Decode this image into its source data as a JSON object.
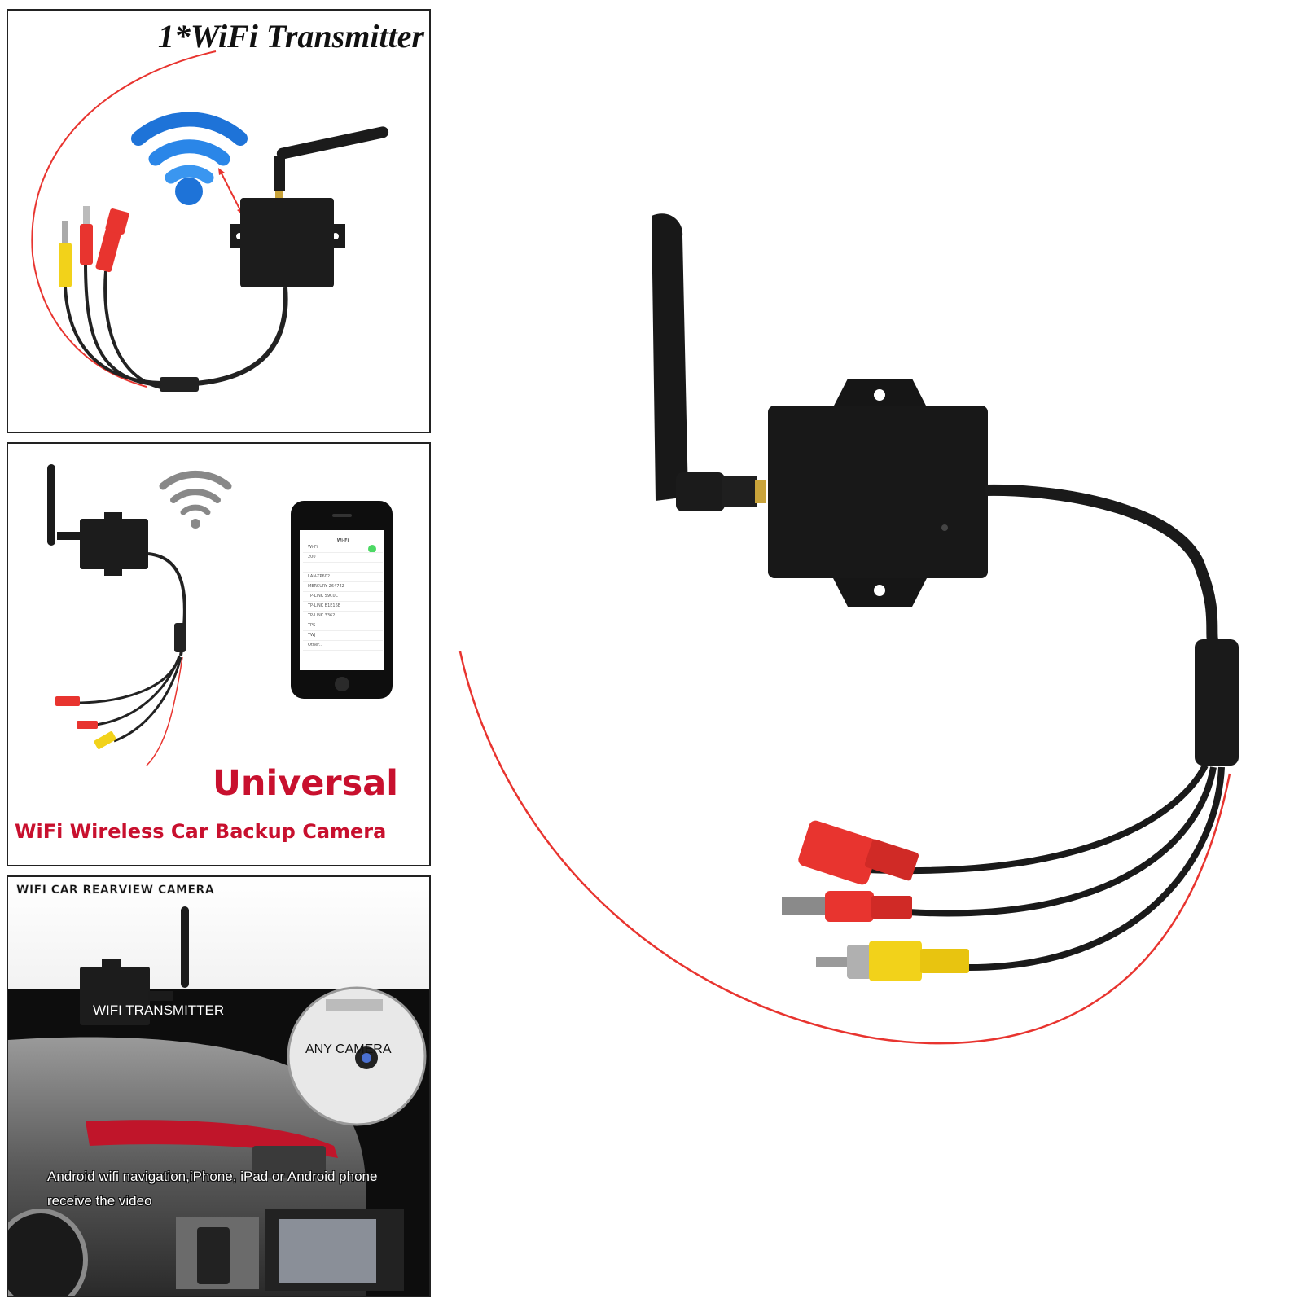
{
  "panel_top": {
    "title": "1*WiFi Transmitter"
  },
  "panel_middle": {
    "headline": "Universal",
    "subtitle": "WiFi Wireless Car Backup Camera",
    "phone_screen": {
      "header": "Wi-Fi",
      "rows": [
        "Wi-Fi",
        "200",
        "",
        "LAN-TP602",
        "MERCURY 264742",
        "TP-LINK 59C0C",
        "TP-LINK B1E16E",
        "TP-LINK 3362",
        "TPS",
        "TWJ",
        "Other..."
      ]
    }
  },
  "panel_bottom": {
    "title": "WIFI CAR REARVIEW CAMERA",
    "transmitter_label": "WIFI TRANSMITTER",
    "camera_label": "ANY  CAMERA",
    "caption_line1": "Android wifi navigation,iPhone, iPad or Android phone",
    "caption_line2": "receive the video"
  },
  "colors": {
    "accent_red": "#c8102e",
    "wire_red": "#e8342f",
    "plug_yellow": "#f2d21a",
    "wifi_blue": "#1e73d8",
    "device_black": "#161616"
  },
  "icons": [
    "wifi-icon",
    "antenna",
    "transmitter-box",
    "rca-plug",
    "dc-plug",
    "smartphone",
    "camera"
  ]
}
